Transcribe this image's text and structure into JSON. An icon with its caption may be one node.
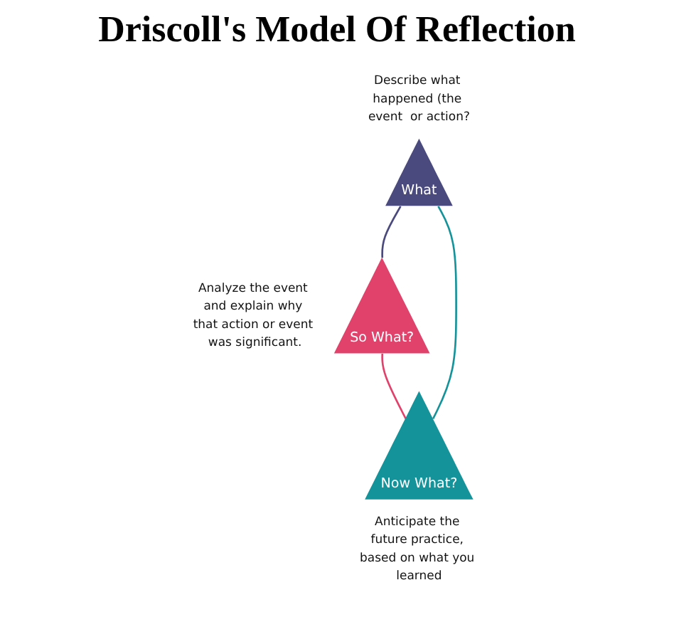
{
  "diagram": {
    "title": "Driscoll's Model Of Reflection",
    "nodes": [
      {
        "text": [
          "What"
        ],
        "beside": [
          "Describe what happened (the event  or action?"
        ]
      },
      {
        "text": [
          "Now What?"
        ],
        "beside": [
          "Anticipate the future practice, based on what you learned"
        ]
      },
      {
        "text": [
          "So What?"
        ],
        "beside": [
          "Analyze the event and explain why that action or event was significant."
        ]
      }
    ],
    "edges": [
      {
        "from": 0,
        "to": 2,
        "arrow": "none",
        "color": "#4a4a7e"
      },
      {
        "from": 2,
        "to": 1,
        "arrow": "none",
        "color": "#e0426b"
      },
      {
        "from": 1,
        "to": 0,
        "arrow": "none",
        "color": "#14939a"
      }
    ]
  }
}
